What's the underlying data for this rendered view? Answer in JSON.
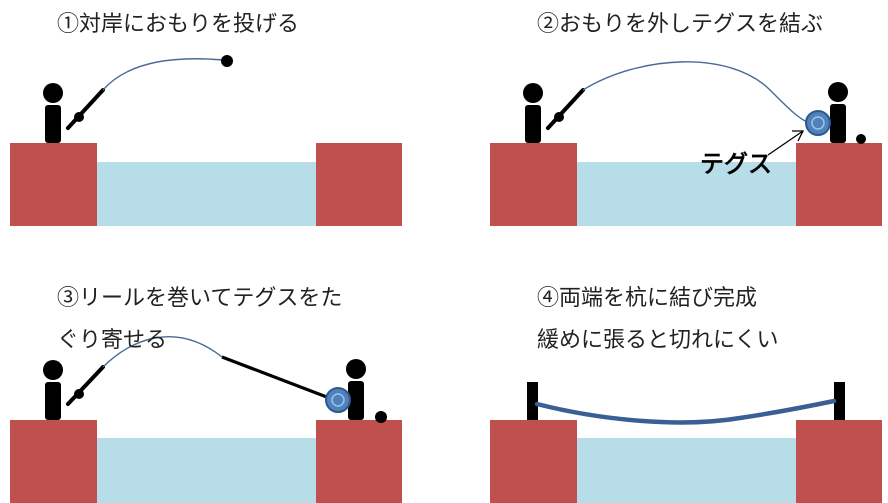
{
  "panels": {
    "p1": {
      "caption": "①対岸におもりを投げる"
    },
    "p2": {
      "caption": "②おもりを外しテグスを結ぶ",
      "annotation": "テグス"
    },
    "p3": {
      "caption_line1": "③リールを巻いてテグスをた",
      "caption_line2": "ぐり寄せる"
    },
    "p4": {
      "caption_line1": "④両端を杭に結び完成",
      "caption_line2": "緩めに張ると切れにくい"
    }
  },
  "colors": {
    "bank": "#c0504d",
    "water": "#b7dde8",
    "line": "#4a6a95",
    "reel": "#4f81bd",
    "reel_edge": "#2e5a8a",
    "figure": "#000000",
    "rope": "#3a5f95"
  },
  "icons": {
    "person": "person-icon",
    "rod": "fishing-rod-icon",
    "weight": "sinker-icon",
    "reel": "reel-icon",
    "stake": "stake-icon"
  }
}
